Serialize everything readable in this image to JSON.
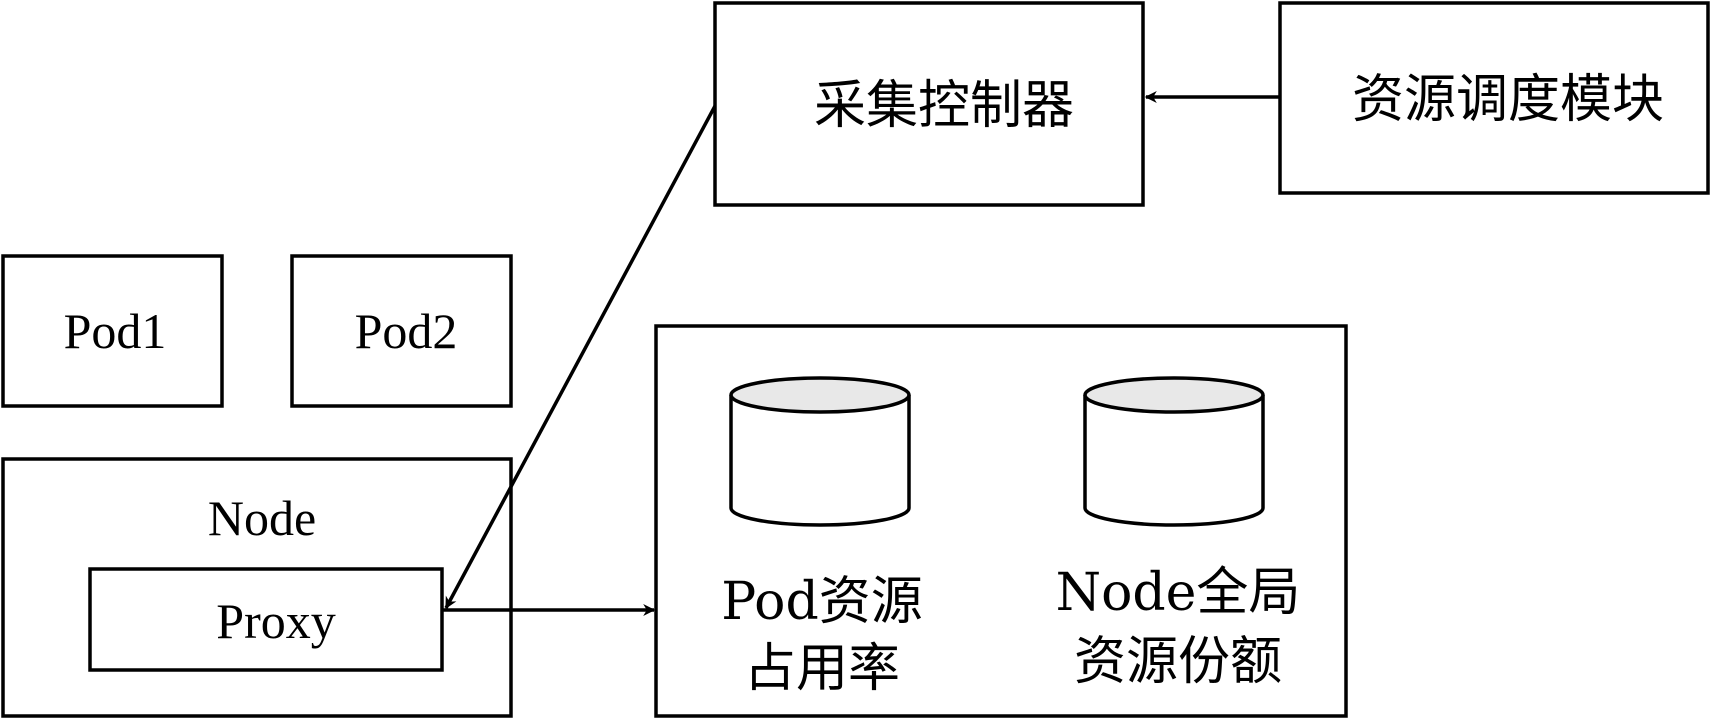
{
  "nodes": {
    "collector": {
      "label": "采集控制器"
    },
    "scheduler": {
      "label": "资源调度模块"
    },
    "pod1": {
      "label": "Pod1"
    },
    "pod2": {
      "label": "Pod2"
    },
    "node": {
      "label": "Node"
    },
    "proxy": {
      "label": "Proxy"
    },
    "pod_usage_db": {
      "line1": "Pod资源",
      "line2": "占用率"
    },
    "node_quota_db": {
      "line1": "Node全局",
      "line2": "资源份额"
    }
  },
  "edges": [
    {
      "from": "scheduler",
      "to": "collector"
    },
    {
      "from": "collector",
      "to": "proxy"
    },
    {
      "from": "proxy",
      "to": "storage"
    }
  ],
  "colors": {
    "stroke": "#000000",
    "fill": "#ffffff",
    "cylinder_top": "#e8e8e8"
  }
}
